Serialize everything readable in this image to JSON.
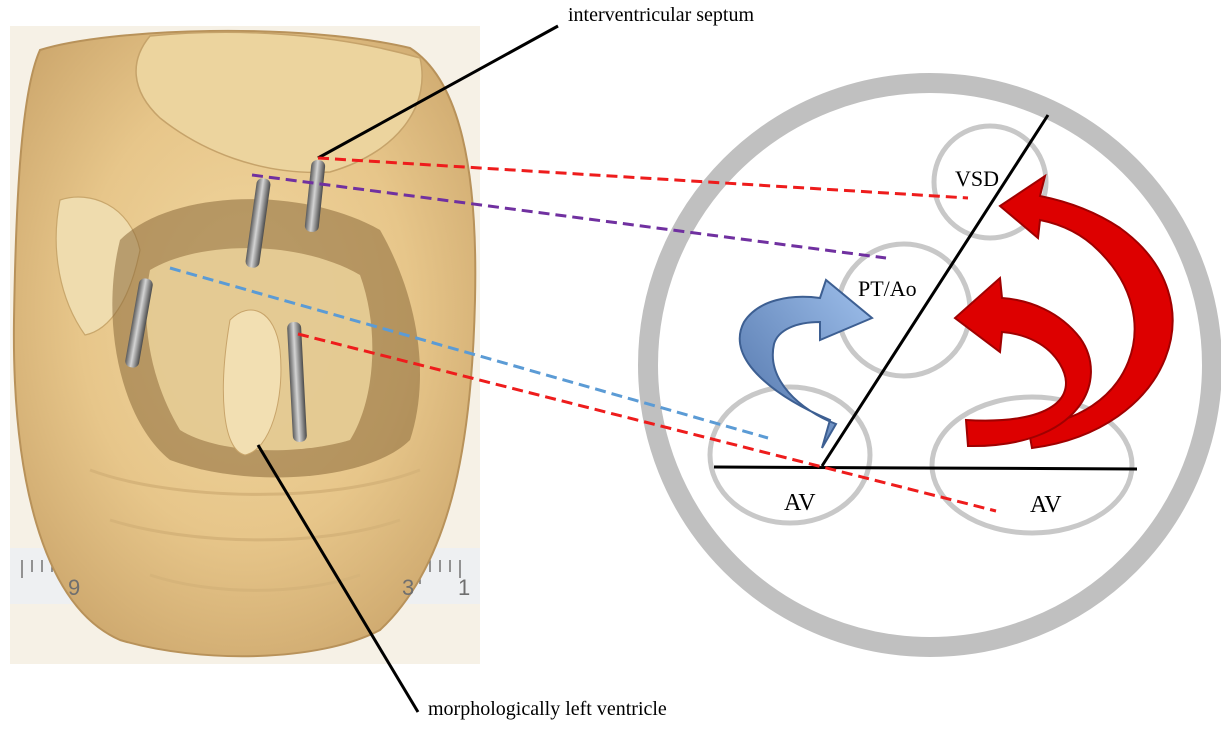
{
  "annotations": {
    "top": "interventricular septum",
    "bottom": "morphologically left ventricle"
  },
  "diagram": {
    "labels": {
      "vsd": "VSD",
      "pt_ao": "PT/Ao",
      "av_left": "AV",
      "av_right": "AV"
    },
    "photo_scale_numbers": [
      "9",
      "3",
      "1"
    ]
  },
  "colors": {
    "outer_ring": "#c0c0c0",
    "small_circles": "#c8c8c8",
    "red_arrow": "#dd0000",
    "blue_arrow": "#7a9fd4",
    "red_dash": "#ee1c1c",
    "purple_dash": "#7030a0",
    "blue_dash": "#5b9bd5"
  }
}
